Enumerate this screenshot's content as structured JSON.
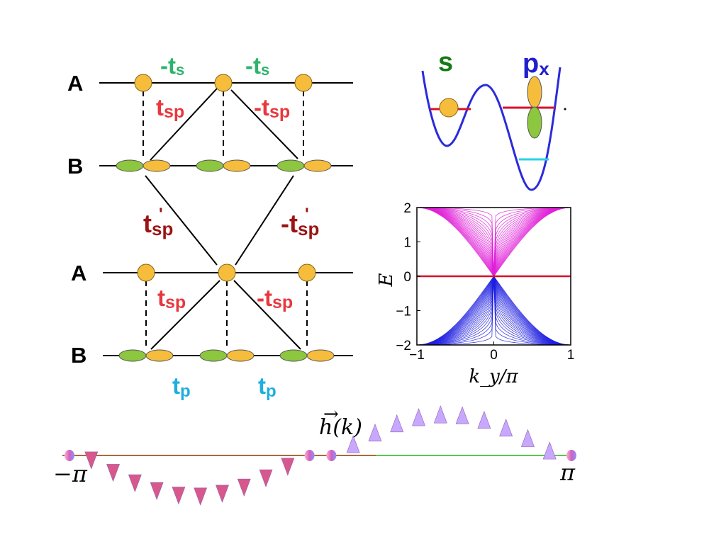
{
  "lattice": {
    "row_labels": [
      "A",
      "B",
      "A",
      "B"
    ],
    "hopping_labels": {
      "ts_left": {
        "base": "-t",
        "sub": "s"
      },
      "ts_right": {
        "base": "-t",
        "sub": "s"
      },
      "tsp_top_left": {
        "base": "t",
        "sub": "sp"
      },
      "tsp_top_right": {
        "base": "-t",
        "sub": "sp"
      },
      "tsp_prime_left": {
        "base": "t",
        "sub": "sp",
        "sup": "'"
      },
      "tsp_prime_right": {
        "base": "-t",
        "sub": "sp",
        "sup": "'"
      },
      "tsp_bottom_left": {
        "base": "t",
        "sub": "sp"
      },
      "tsp_bottom_right": {
        "base": "-t",
        "sub": "sp"
      },
      "tp_left": {
        "base": "t",
        "sub": "p"
      },
      "tp_right": {
        "base": "t",
        "sub": "p"
      }
    },
    "colors": {
      "ts": "#2db36b",
      "tsp": "#e8383d",
      "tsp_prime": "#9b1414",
      "tp": "#1eaee0",
      "s_orbital": "#f6bd3c",
      "p_orbital": "#8dc63f"
    }
  },
  "potential": {
    "s_label": "s",
    "p_label": {
      "base": "p",
      "sub": "x"
    },
    "colors": {
      "well": "#2b2bdc",
      "level": "#d8102a",
      "lower_level": "#29d3e6",
      "s_label": "#167a16",
      "p_label": "#2020cc"
    }
  },
  "chart_data": {
    "type": "line",
    "xlabel": "k_y/π",
    "ylabel": "E",
    "xlim": [
      -1,
      1
    ],
    "ylim": [
      -2,
      2
    ],
    "xticks": [
      "−1",
      "0",
      "1"
    ],
    "yticks": [
      "2",
      "1",
      "0",
      "−1",
      "−2"
    ],
    "series": [
      {
        "band": "upper",
        "formula": "E = 2 |sin(π k_y / 2)|^(1 - s), s from 0 to 1",
        "color": "#e020d8"
      },
      {
        "band": "lower",
        "formula": "E = -2 |sin(π k_y / 2)|^(1 - s), s from 0 to 1",
        "color": "#2020e0"
      },
      {
        "band": "zero-mode",
        "values_x": [
          -1,
          1
        ],
        "values_y": [
          0,
          0
        ],
        "color": "#d8102a"
      }
    ]
  },
  "vector_field": {
    "label": "h(k)",
    "left_label": "−π",
    "right_label": "π",
    "colors": {
      "line_left": "#a86b3a",
      "line_right": "#5ac84c"
    }
  }
}
